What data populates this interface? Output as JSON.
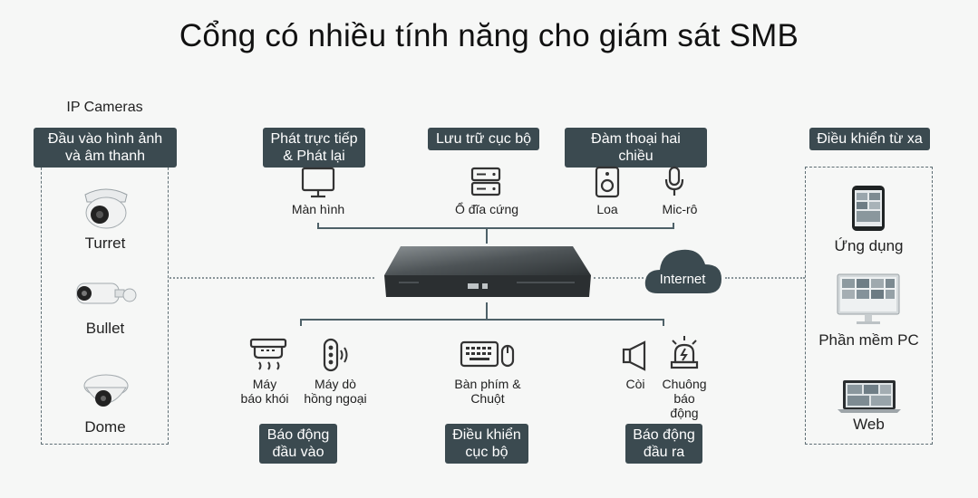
{
  "title": "Cổng có nhiều tính năng cho giám sát SMB",
  "left_panel": {
    "heading": "IP Cameras",
    "tag": "Đầu vào hình ảnh\nvà âm thanh",
    "cameras": [
      "Turret",
      "Bullet",
      "Dome"
    ]
  },
  "top_tags": {
    "live": "Phát trực tiếp\n& Phát lại",
    "storage": "Lưu trữ cục bộ",
    "talk": "Đàm thoại hai chiều"
  },
  "top_devices": {
    "monitor": "Màn hình",
    "hdd": "Ổ đĩa cứng",
    "speaker": "Loa",
    "mic": "Mic-rô"
  },
  "internet": "Internet",
  "right_panel": {
    "tag": "Điều khiển từ xa",
    "items": [
      "Ứng dụng",
      "Phần mềm PC",
      "Web"
    ]
  },
  "bottom_devices": {
    "smoke": "Máy\nbáo khói",
    "ir": "Máy dò\nhồng ngoại",
    "keyboard": "Bàn phím &\nChuột",
    "siren": "Còi",
    "bell": "Chuông\nbáo\nđộng"
  },
  "bottom_tags": {
    "alarm_in": "Báo động\nđầu vào",
    "local_ctrl": "Điều khiển\ncục bộ",
    "alarm_out": "Báo động\nđầu ra"
  },
  "colors": {
    "tag_bg": "#3b4a50",
    "line": "#4e6168",
    "background": "#f6f7f6"
  }
}
